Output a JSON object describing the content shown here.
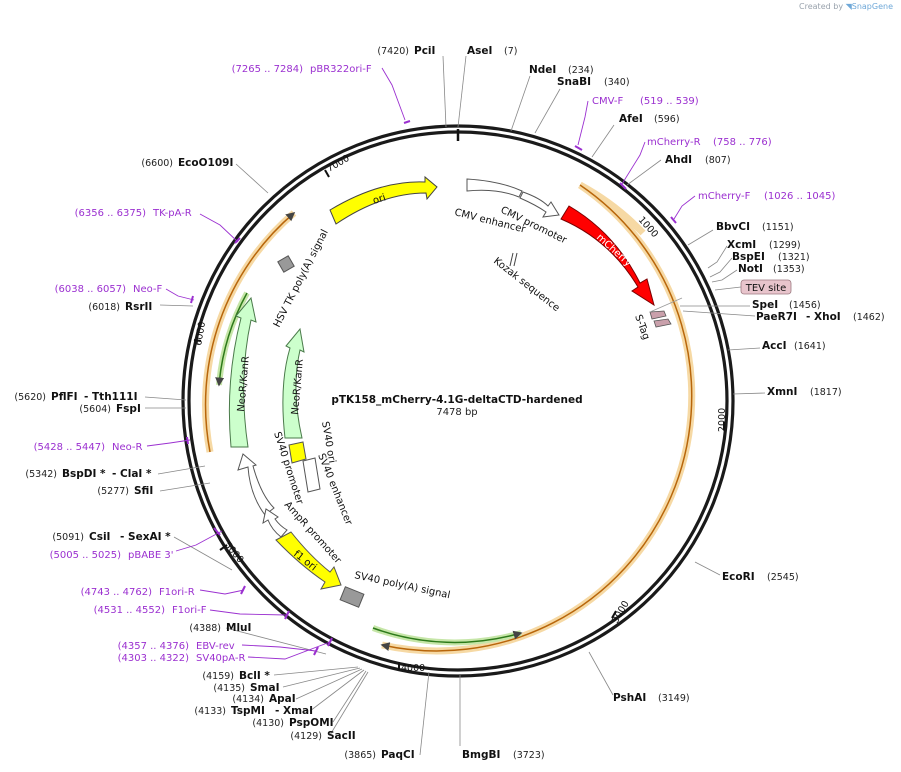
{
  "watermark": {
    "prefix": "Created by",
    "brand": "SnapGene"
  },
  "plasmid": {
    "name": "pTK158_mCherry-4.1G-deltaCTD-hardened",
    "length": "7478 bp"
  },
  "ticks": [
    "1000",
    "2000",
    "3000",
    "4000",
    "5000",
    "6000",
    "7000"
  ],
  "sites": [
    {
      "id": "pcii",
      "name": "PciI",
      "pos": "(7420)"
    },
    {
      "id": "asei",
      "name": "AseI",
      "pos": "(7)"
    },
    {
      "id": "ndei",
      "name": "NdeI",
      "pos": "(234)"
    },
    {
      "id": "snabi",
      "name": "SnaBI",
      "pos": "(340)"
    },
    {
      "id": "afei",
      "name": "AfeI",
      "pos": "(596)"
    },
    {
      "id": "ahdi",
      "name": "AhdI",
      "pos": "(807)"
    },
    {
      "id": "bbvci",
      "name": "BbvCI",
      "pos": "(1151)"
    },
    {
      "id": "xcmi",
      "name": "XcmI",
      "pos": "(1299)"
    },
    {
      "id": "bspei",
      "name": "BspEI",
      "pos": "(1321)"
    },
    {
      "id": "noti",
      "name": "NotI",
      "pos": "(1353)"
    },
    {
      "id": "spei",
      "name": "SpeI",
      "pos": "(1456)"
    },
    {
      "id": "paer7i",
      "name": "PaeR7I",
      "name2": "- XhoI",
      "pos": "(1462)"
    },
    {
      "id": "acci",
      "name": "AccI",
      "pos": "(1641)"
    },
    {
      "id": "xmni",
      "name": "XmnI",
      "pos": "(1817)"
    },
    {
      "id": "ecori",
      "name": "EcoRI",
      "pos": "(2545)"
    },
    {
      "id": "pshai",
      "name": "PshAI",
      "pos": "(3149)"
    },
    {
      "id": "bmgbi",
      "name": "BmgBI",
      "pos": "(3723)"
    },
    {
      "id": "paqci",
      "name": "PaqCI",
      "pos": "(3865)"
    },
    {
      "id": "sacii",
      "name": "SacII",
      "pos": "(4129)"
    },
    {
      "id": "pspomi",
      "name": "PspOMI",
      "pos": "(4130)"
    },
    {
      "id": "tspmi",
      "name": "TspMI",
      "name2": "- XmaI",
      "pos": "(4133)"
    },
    {
      "id": "apai",
      "name": "ApaI",
      "pos": "(4134)"
    },
    {
      "id": "smai",
      "name": "SmaI",
      "pos": "(4135)"
    },
    {
      "id": "bcli",
      "name": "BclI *",
      "pos": "(4159)"
    },
    {
      "id": "mlui",
      "name": "MluI",
      "pos": "(4388)"
    },
    {
      "id": "csii",
      "name": "CsiI",
      "name2": "- SexAI *",
      "pos": "(5091)"
    },
    {
      "id": "sfii",
      "name": "SfiI",
      "pos": "(5277)"
    },
    {
      "id": "bspdi",
      "name": "BspDI *",
      "name2": "- ClaI *",
      "pos": "(5342)"
    },
    {
      "id": "fspi",
      "name": "FspI",
      "pos": "(5604)"
    },
    {
      "id": "pflfi",
      "name": "PflFI",
      "name2": "- Tth111I",
      "pos": "(5620)"
    },
    {
      "id": "rsrii",
      "name": "RsrII",
      "pos": "(6018)"
    },
    {
      "id": "ecoo109i",
      "name": "EcoO109I",
      "pos": "(6600)"
    }
  ],
  "primers": [
    {
      "id": "pbr322ori-f",
      "name": "pBR322ori-F",
      "pos": "(7265 .. 7284)"
    },
    {
      "id": "cmv-f",
      "name": "CMV-F",
      "pos": "(519 .. 539)"
    },
    {
      "id": "mcherry-r",
      "name": "mCherry-R",
      "pos": "(758 .. 776)"
    },
    {
      "id": "mcherry-f",
      "name": "mCherry-F",
      "pos": "(1026 .. 1045)"
    },
    {
      "id": "tk-pa-r",
      "name": "TK-pA-R",
      "pos": "(6356 .. 6375)"
    },
    {
      "id": "neo-f",
      "name": "Neo-F",
      "pos": "(6038 .. 6057)"
    },
    {
      "id": "neo-r",
      "name": "Neo-R",
      "pos": "(5428 .. 5447)"
    },
    {
      "id": "pbabe3",
      "name": "pBABE 3'",
      "pos": "(5005 .. 5025)"
    },
    {
      "id": "f1ori-r",
      "name": "F1ori-R",
      "pos": "(4743 .. 4762)"
    },
    {
      "id": "f1ori-f",
      "name": "F1ori-F",
      "pos": "(4531 .. 4552)"
    },
    {
      "id": "ebv-rev",
      "name": "EBV-rev",
      "pos": "(4357 .. 4376)"
    },
    {
      "id": "sv40pa-r",
      "name": "SV40pA-R",
      "pos": "(4303 .. 4322)"
    }
  ],
  "features": {
    "ori": "ori",
    "mcherry": "mCherry",
    "cmv_promoter": "CMV promoter",
    "cmv_enhancer": "CMV enhancer",
    "kozak": "Kozak sequence",
    "stag": "S-Tag",
    "tev": "TEV site",
    "hsv_tk": "HSV TK poly(A) signal",
    "neokanr_outer": "NeoR/KanR",
    "neokanr_inner": "NeoR/KanR",
    "sv40_ori": "SV40 ori",
    "sv40_enhancer": "SV40 enhancer",
    "sv40_promoter": "SV40 promoter",
    "ampr_promoter": "AmpR promoter",
    "f1_ori": "f1 ori",
    "sv40_polya": "SV40 poly(A) signal"
  },
  "colors": {
    "backbone": "#1a1a1a",
    "primer": "#9b30d0",
    "ori": "#ffff00",
    "mcherry": "#ff0000",
    "neo": "#ccffcc",
    "tev": "#e8c4cc",
    "orf_halo": "#f6d9a4",
    "orf_line": "#b8660b"
  }
}
